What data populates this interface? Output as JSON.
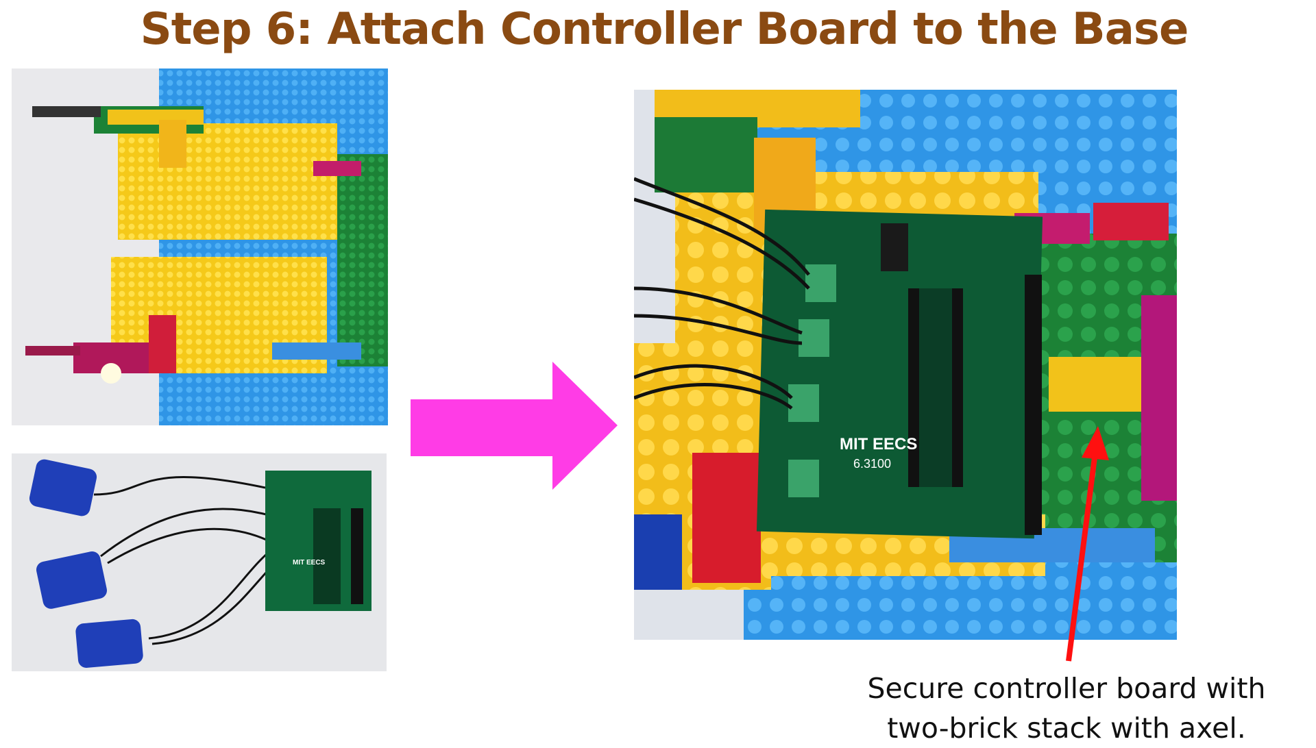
{
  "slide": {
    "title": "Step 6: Attach Controller Board to the Base",
    "caption_line1": "Secure controller board with",
    "caption_line2": "two-brick stack with axel.",
    "board_label": "MIT EECS",
    "board_course": "6.3100",
    "colors": {
      "title": "#8a4a12",
      "arrow": "#ff3ce6",
      "pointer": "#ff1010",
      "lego_blue": "#2f9be8",
      "lego_yellow": "#f7cd1a",
      "lego_green": "#1f8a3a",
      "pcb": "#0d5a34"
    }
  },
  "images": [
    {
      "name": "lego-base-photo"
    },
    {
      "name": "controller-board-with-solenoids-photo"
    },
    {
      "name": "board-mounted-on-base-photo"
    }
  ]
}
